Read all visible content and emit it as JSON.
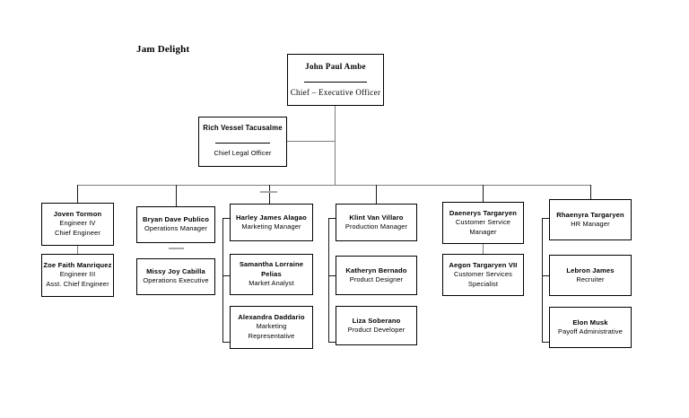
{
  "title": "Jam Delight",
  "executive": {
    "name": "John Paul Ambe",
    "role": "Chief – Executive Officer"
  },
  "legal": {
    "name": "Rich Vessel Tacusalme",
    "role": "Chief Legal Officer"
  },
  "departments": [
    {
      "head": {
        "name": "Joven Tormon",
        "role": "Engineer IV\nChief Engineer"
      },
      "reports": [
        {
          "name": "Zoe Faith Manriquez",
          "role": "Engineer III\nAsst. Chief Engineer"
        }
      ]
    },
    {
      "head": {
        "name": "Bryan Dave Publico",
        "role": "Operations Manager"
      },
      "reports": [
        {
          "name": "Missy Joy Cabilla",
          "role": "Operations Executive"
        }
      ]
    },
    {
      "head": {
        "name": "Harley James Alagao",
        "role": "Marketing Manager"
      },
      "reports": [
        {
          "name": "Samantha Lorraine\nPelias",
          "role": "Market Analyst"
        },
        {
          "name": "Alexandra Daddario",
          "role": "Marketing\nRepresentative"
        }
      ]
    },
    {
      "head": {
        "name": "Klint Van Villaro",
        "role": "Production Manager"
      },
      "reports": [
        {
          "name": "Katheryn Bernado",
          "role": "Product Designer"
        },
        {
          "name": "Liza Soberano",
          "role": "Product Developer"
        }
      ]
    },
    {
      "head": {
        "name": "Daenerys Targaryen",
        "role": "Customer Service\nManager"
      },
      "reports": [
        {
          "name": "Aegon Targaryen VII",
          "role": "Customer Services\nSpecialist"
        }
      ]
    },
    {
      "head": {
        "name": "Rhaenyra Targaryen",
        "role": "HR Manager"
      },
      "reports": [
        {
          "name": "Lebron James",
          "role": "Recruiter"
        },
        {
          "name": "Elon Musk",
          "role": "Payoff Administrative"
        }
      ]
    }
  ]
}
